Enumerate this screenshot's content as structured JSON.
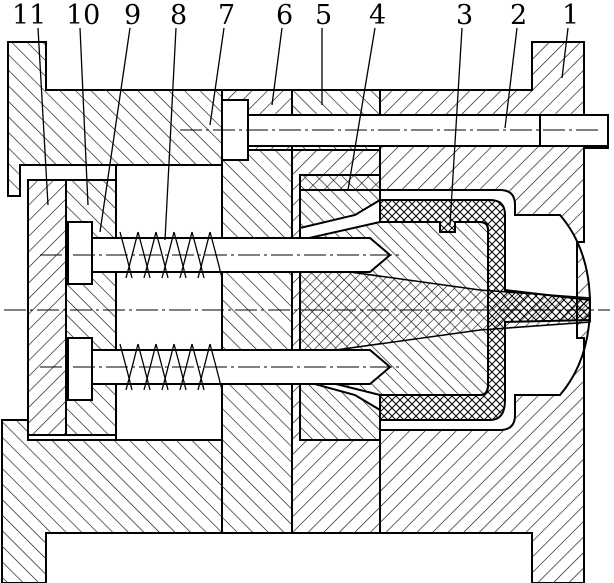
{
  "diagram": {
    "labels": [
      {
        "key": "p11",
        "text": "11"
      },
      {
        "key": "p10",
        "text": "10"
      },
      {
        "key": "p9",
        "text": "9"
      },
      {
        "key": "p8",
        "text": "8"
      },
      {
        "key": "p7",
        "text": "7"
      },
      {
        "key": "p6",
        "text": "6"
      },
      {
        "key": "p5",
        "text": "5"
      },
      {
        "key": "p4",
        "text": "4"
      },
      {
        "key": "p3",
        "text": "3"
      },
      {
        "key": "p2",
        "text": "2"
      },
      {
        "key": "p1",
        "text": "1"
      }
    ]
  }
}
